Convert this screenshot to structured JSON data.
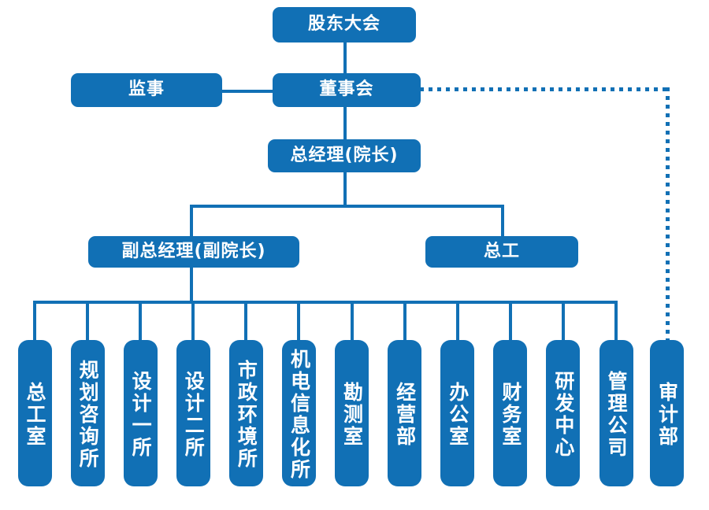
{
  "theme": {
    "box_color": "#1170B5",
    "line_color": "#1170B5",
    "text_color": "#ffffff",
    "background": "#ffffff"
  },
  "chart_title": "",
  "nodes": {
    "shareholders_meeting": {
      "label": "股东大会"
    },
    "supervisor": {
      "label": "监事"
    },
    "board_of_directors": {
      "label": "董事会"
    },
    "general_manager": {
      "label": "总经理(院长)"
    },
    "deputy_general_manager": {
      "label": "副总经理(副院长)"
    },
    "chief_engineer": {
      "label": "总工"
    }
  },
  "departments": [
    {
      "label": "总工室"
    },
    {
      "label": "规划咨询所"
    },
    {
      "label": "设计一所"
    },
    {
      "label": "设计二所"
    },
    {
      "label": "市政环境所"
    },
    {
      "label": "机电信息化所"
    },
    {
      "label": "勘测室"
    },
    {
      "label": "经营部"
    },
    {
      "label": "办公室"
    },
    {
      "label": "财务室"
    },
    {
      "label": "研发中心"
    },
    {
      "label": "管理公司"
    }
  ],
  "audit_department": {
    "label": "审计部"
  },
  "connections": [
    {
      "from": "股东大会",
      "to": "董事会",
      "style": "solid"
    },
    {
      "from": "监事",
      "to": "董事会",
      "style": "solid"
    },
    {
      "from": "董事会",
      "to": "总经理(院长)",
      "style": "solid"
    },
    {
      "from": "总经理(院长)",
      "to": "副总经理(副院长)",
      "style": "solid"
    },
    {
      "from": "总经理(院长)",
      "to": "总工",
      "style": "solid"
    },
    {
      "from": "副总经理(副院长)",
      "to": "departments",
      "style": "solid"
    },
    {
      "from": "董事会",
      "to": "审计部",
      "style": "dotted"
    }
  ]
}
